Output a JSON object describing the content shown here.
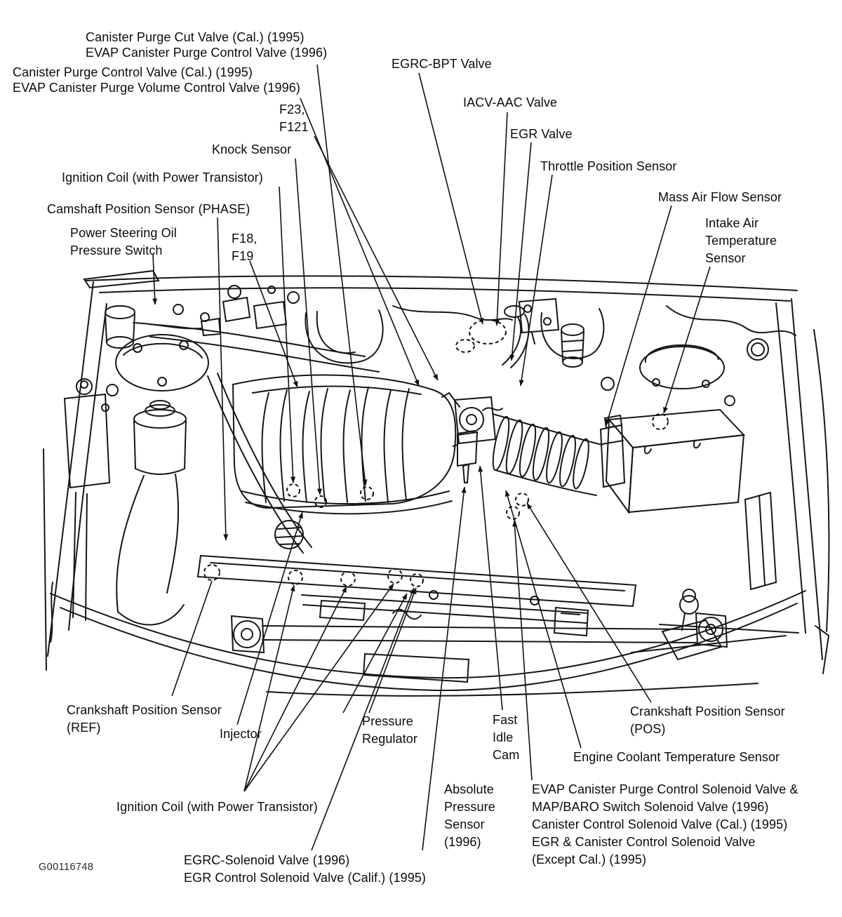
{
  "figure": {
    "code": "G00116748"
  },
  "labels": [
    {
      "id": "canister-purge-cut-valve",
      "lines": [
        "Canister Purge Cut Valve (Cal.) (1995)",
        "EVAP Canister Purge Control Valve (1996)"
      ]
    },
    {
      "id": "canister-purge-control-valve",
      "lines": [
        "Canister Purge Control Valve (Cal.) (1995)",
        "EVAP Canister Purge Volume Control Valve (1996)"
      ]
    },
    {
      "id": "f23-f121-connectors",
      "lines": [
        "F23,",
        "F121"
      ]
    },
    {
      "id": "knock-sensor",
      "lines": [
        "Knock Sensor"
      ]
    },
    {
      "id": "egrc-bpt-valve",
      "lines": [
        "EGRC-BPT Valve"
      ]
    },
    {
      "id": "iacv-aac-valve",
      "lines": [
        "IACV-AAC Valve"
      ]
    },
    {
      "id": "egr-valve",
      "lines": [
        "EGR Valve"
      ]
    },
    {
      "id": "throttle-position-sensor",
      "lines": [
        "Throttle Position Sensor"
      ]
    },
    {
      "id": "mass-air-flow-sensor",
      "lines": [
        "Mass Air Flow Sensor"
      ]
    },
    {
      "id": "intake-air-temperature-sensor",
      "lines": [
        "Intake Air",
        "Temperature",
        "Sensor"
      ]
    },
    {
      "id": "ignition-coil-top",
      "lines": [
        "Ignition Coil (with Power Transistor)"
      ]
    },
    {
      "id": "camshaft-position-sensor",
      "lines": [
        "Camshaft Position Sensor (PHASE)"
      ]
    },
    {
      "id": "power-steering-switch",
      "lines": [
        "Power Steering Oil",
        "Pressure Switch"
      ]
    },
    {
      "id": "f18-f19-connectors",
      "lines": [
        "F18,",
        "F19"
      ]
    },
    {
      "id": "crankshaft-position-sensor-ref",
      "lines": [
        "Crankshaft Position Sensor",
        "(REF)"
      ]
    },
    {
      "id": "injector",
      "lines": [
        "Injector"
      ]
    },
    {
      "id": "pressure-regulator",
      "lines": [
        "Pressure",
        "Regulator"
      ]
    },
    {
      "id": "fast-idle-cam",
      "lines": [
        "Fast",
        "Idle",
        "Cam"
      ]
    },
    {
      "id": "crankshaft-position-sensor-pos",
      "lines": [
        "Crankshaft Position Sensor",
        "(POS)"
      ]
    },
    {
      "id": "engine-coolant-temp-sensor",
      "lines": [
        "Engine Coolant Temperature Sensor"
      ]
    },
    {
      "id": "ignition-coil-bottom",
      "lines": [
        "Ignition Coil (with Power Transistor)"
      ]
    },
    {
      "id": "absolute-pressure-sensor",
      "lines": [
        "Absolute",
        "Pressure",
        "Sensor",
        "(1996)"
      ]
    },
    {
      "id": "evap-solenoid-block",
      "lines": [
        "EVAP Canister Purge Control Solenoid Valve &",
        "MAP/BARO Switch Solenoid Valve (1996)",
        "Canister Control Solenoid Valve (Cal.) (1995)",
        "EGR & Canister Control Solenoid Valve",
        "(Except Cal.) (1995)"
      ]
    },
    {
      "id": "egrc-solenoid-valve",
      "lines": [
        "EGRC-Solenoid Valve (1996)",
        "EGR Control Solenoid Valve (Calif.) (1995)"
      ]
    }
  ]
}
